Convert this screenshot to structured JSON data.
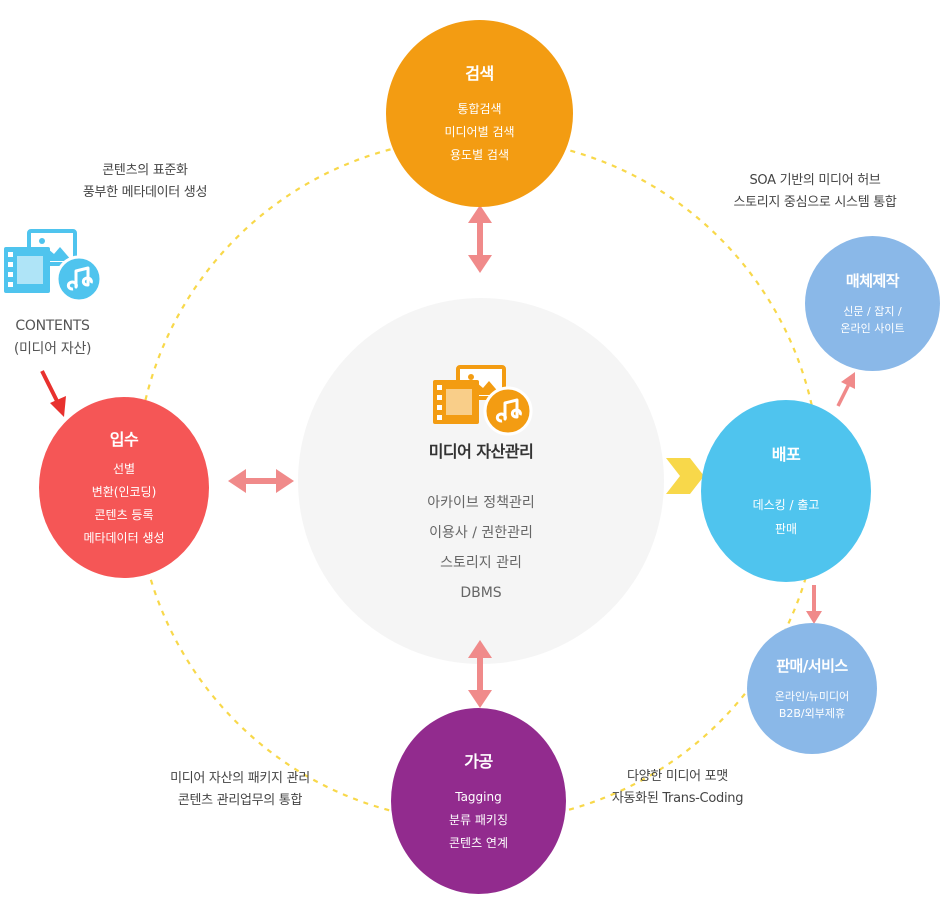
{
  "center": {
    "title": "미디어 자산관리",
    "items": [
      "아카이브 정책관리",
      "이용사 / 권한관리",
      "스토리지 관리",
      "DBMS"
    ]
  },
  "nodes": {
    "search": {
      "title": "검색",
      "lines": [
        "통합검색",
        "미디어별 검색",
        "용도별 검색"
      ],
      "color": "#f39c12"
    },
    "intake": {
      "title": "입수",
      "lines": [
        "선별",
        "변환(인코딩)",
        "콘텐츠 등록",
        "메타데이터 생성"
      ],
      "color": "#f55656"
    },
    "process": {
      "title": "가공",
      "lines": [
        "Tagging",
        "분류 패키징",
        "콘텐츠 연계"
      ],
      "color": "#922b8e"
    },
    "distribute": {
      "title": "배포",
      "lines": [
        "데스킹 / 출고",
        "판매"
      ],
      "color": "#4fc4ee"
    },
    "media": {
      "title": "매체제작",
      "lines": [
        "신문 / 잡지 /",
        "온라인 사이트"
      ],
      "color": "#8ab8e8"
    },
    "sales": {
      "title": "판매/서비스",
      "lines": [
        "온라인/뉴미디어",
        "B2B/외부제휴"
      ],
      "color": "#8ab8e8"
    }
  },
  "captions": {
    "top_left": [
      "콘텐츠의 표준화",
      "풍부한 메타데이터 생성"
    ],
    "top_right": [
      "SOA 기반의 미디어 허브",
      "스토리지 중심으로 시스템 통합"
    ],
    "bottom_left": [
      "미디어 자산의 패키지 관리",
      "콘텐츠 관리업무의 통합"
    ],
    "bottom_right": [
      "다양한 미디어 포맷",
      "자동화된 Trans-Coding"
    ]
  },
  "contents": {
    "line1": "CONTENTS",
    "line2": "(미디어 자산)"
  },
  "colors": {
    "ring": "#f8d84a",
    "arrow_pink": "#f08a8a",
    "arrow_red": "#e8312e",
    "arrow_yellow": "#f8d84a",
    "center_bg": "#f5f5f5",
    "icon_orange": "#f39c12",
    "icon_blue": "#4fc4ee"
  },
  "icons": {
    "center": "media-files-icon",
    "contents": "media-files-icon"
  }
}
